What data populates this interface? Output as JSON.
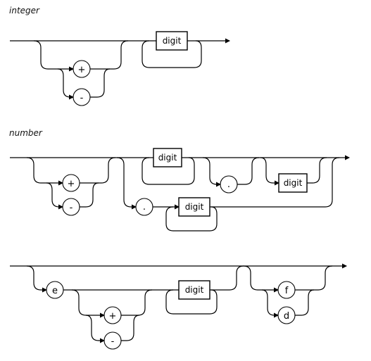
{
  "diagrams": [
    {
      "title": "integer",
      "terminals": [
        "+",
        "-"
      ],
      "nonterminals": [
        "digit"
      ]
    },
    {
      "title": "number",
      "terminals": [
        "+",
        "-",
        ".",
        "."
      ],
      "nonterminals": [
        "digit",
        "digit",
        "digit"
      ]
    },
    {
      "title": "",
      "terminals": [
        "e",
        "+",
        "-",
        "f",
        "d"
      ],
      "nonterminals": [
        "digit"
      ]
    }
  ]
}
